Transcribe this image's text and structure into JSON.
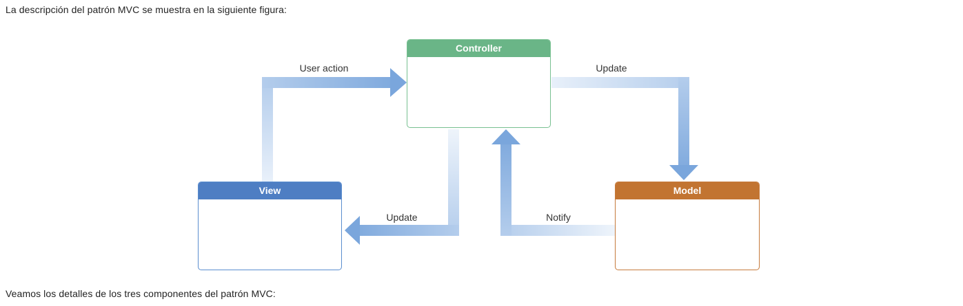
{
  "text": {
    "intro": "La descripción del patrón MVC se muestra en la siguiente figura:",
    "outro": "Veamos los detalles de los tres componentes del patrón MVC:"
  },
  "diagram": {
    "nodes": {
      "controller": "Controller",
      "view": "View",
      "model": "Model"
    },
    "edges": {
      "view_to_controller": "User action",
      "controller_to_model": "Update",
      "controller_to_view": "Update",
      "model_to_controller": "Notify"
    },
    "colors": {
      "controller": "#6ab587",
      "view": "#4e7ec3",
      "model": "#c27431",
      "arrow": "#7aa6dc"
    }
  }
}
